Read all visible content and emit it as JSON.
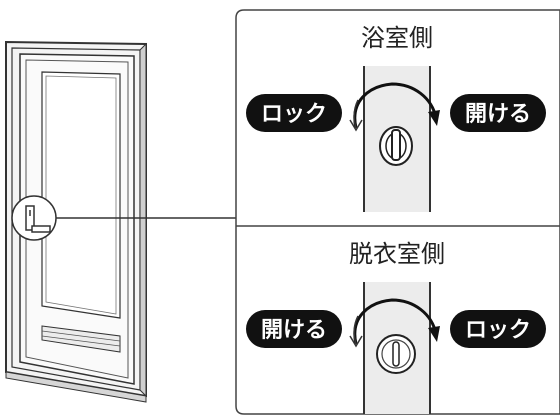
{
  "bathroom_side": {
    "title": "浴室側",
    "lock_label": "ロック",
    "open_label": "開ける"
  },
  "dressing_room_side": {
    "title": "脱衣室側",
    "open_label": "開ける",
    "lock_label": "ロック"
  },
  "colors": {
    "line": "#333333",
    "pill": "#111111",
    "panel_border": "#444444",
    "door_shade": "#e8e8e8"
  },
  "icons": [
    "door-icon",
    "thumb-turn-knob-icon",
    "coin-slot-knob-icon",
    "rotate-arrow-icon"
  ]
}
